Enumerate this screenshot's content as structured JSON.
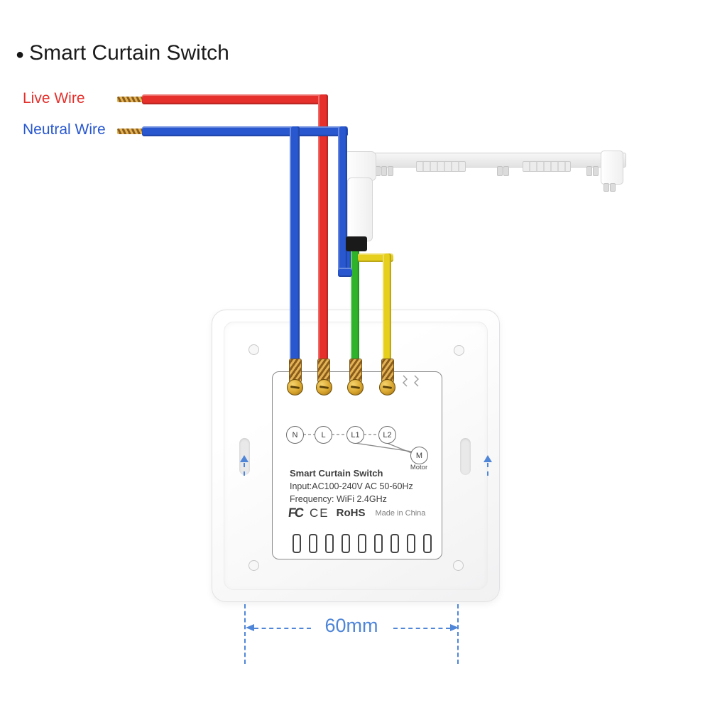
{
  "title": {
    "bullet": "●",
    "text": "Smart Curtain Switch"
  },
  "wiring": {
    "live_label": "Live Wire",
    "neutral_label": "Neutral Wire"
  },
  "switch": {
    "terminals": [
      "N",
      "L",
      "L1",
      "L2"
    ],
    "motor_circle": "M",
    "motor_caption": "Motor",
    "product_name": "Smart Curtain Switch",
    "input_line": "Input:AC100-240V AC 50-60Hz",
    "frequency_line": "Frequency: WiFi 2.4GHz",
    "cert_fcc": "FC",
    "cert_ce": "CE",
    "cert_rohs": "RoHS",
    "made_in": "Made in China"
  },
  "dimension": {
    "width_label": "60mm"
  },
  "colors": {
    "live": "#e5302c",
    "neutral": "#2857cf",
    "motor-open": "#2fb32a",
    "motor-close": "#e7cf1e",
    "dim": "#4f86d8"
  }
}
